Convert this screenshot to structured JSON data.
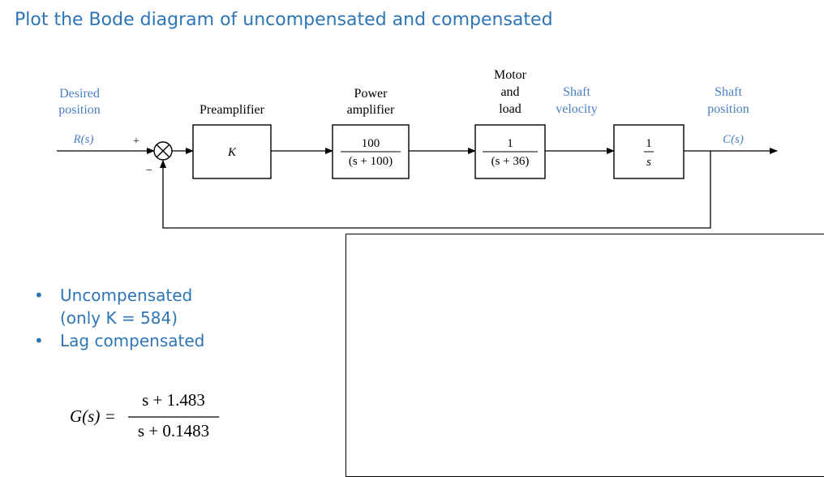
{
  "slide": {
    "title": "Plot the Bode diagram of uncompensated and compensated"
  },
  "diagram": {
    "input_label_line1": "Desired",
    "input_label_line2": "position",
    "input_signal": "R(s)",
    "sum_plus": "+",
    "sum_minus": "−",
    "preamp_label": "Preamplifier",
    "preamp_gain": "K",
    "power_amp_label_line1": "Power",
    "power_amp_label_line2": "amplifier",
    "power_amp_num": "100",
    "power_amp_den": "(s + 100)",
    "motor_label_line1": "Motor",
    "motor_label_line2": "and",
    "motor_label_line3": "load",
    "motor_num": "1",
    "motor_den": "(s + 36)",
    "velocity_label_line1": "Shaft",
    "velocity_label_line2": "velocity",
    "integrator_num": "1",
    "integrator_den": "s",
    "output_label_line1": "Shaft",
    "output_label_line2": "position",
    "output_signal": "C(s)"
  },
  "bullets": {
    "item1_line1": "Uncompensated",
    "item1_line2": "(only K = 584)",
    "item2": "Lag compensated"
  },
  "formula": {
    "lhs": "G(s) =",
    "numerator": "s + 1.483",
    "denominator": "s + 0.1483"
  },
  "colors": {
    "accent_blue": "#2e75b6",
    "diagram_label_blue": "#4a7fc1",
    "ink": "#000000"
  }
}
